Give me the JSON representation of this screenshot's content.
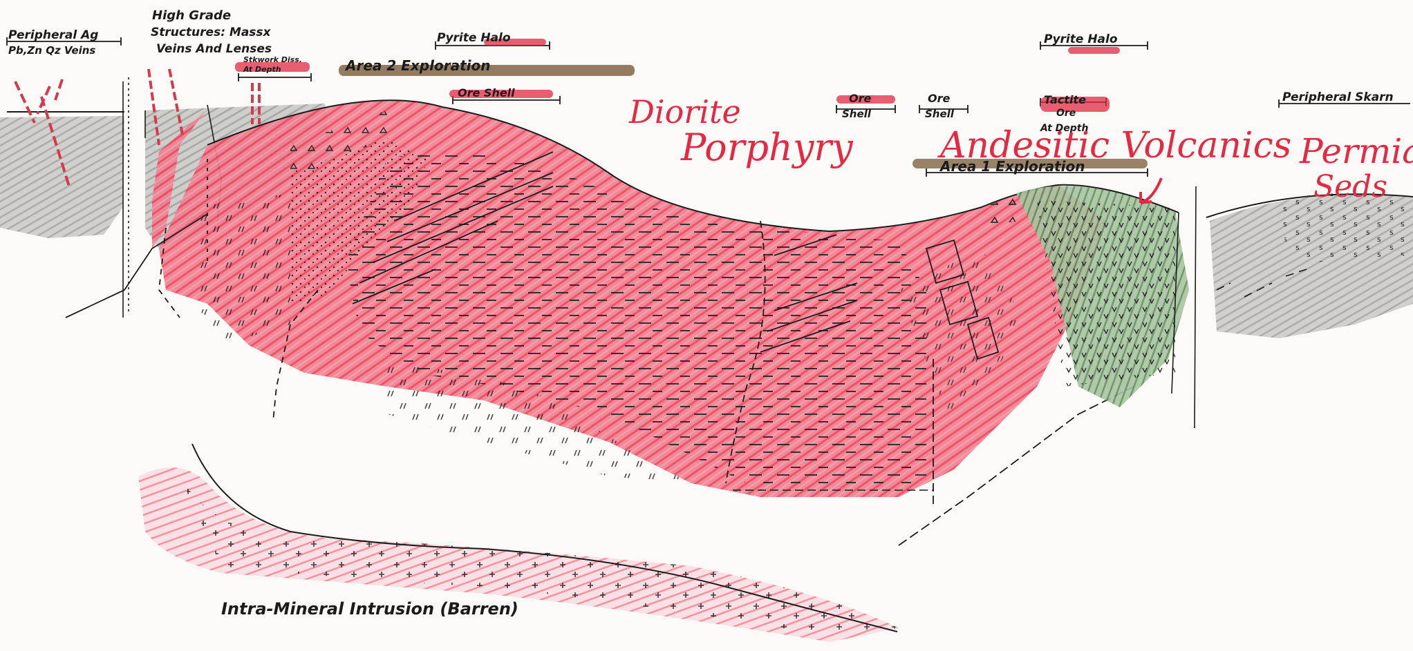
{
  "labels": {
    "peripheral_ag_line1": "Peripheral Ag",
    "peripheral_ag_line2": "Pb,Zn Qz Veins",
    "high_grade_line1": "High Grade",
    "high_grade_line2": "Structures: Massx",
    "high_grade_line3": "Veins And Lenses",
    "stockwork_line1": "Stkwork Diss.",
    "stockwork_line2": "At Depth",
    "area2": "Area 2 Exploration",
    "pyrite_halo_left": "Pyrite Halo",
    "ore_shell_main": "Ore Shell",
    "ore_shell_a_line1": "Ore",
    "ore_shell_a_line2": "Shell",
    "ore_shell_b_line1": "Ore",
    "ore_shell_b_line2": "Shell",
    "pyrite_halo_right": "Pyrite Halo",
    "tactite": "Tactite",
    "ore_at_depth_line1": "Ore",
    "ore_at_depth_line2": "At Depth",
    "area1": "Area 1 Exploration",
    "peripheral_skarn": "Peripheral Skarn",
    "diorite_line1": "Diorite",
    "diorite_line2": "Porphyry",
    "andesitic_volcanics": "Andesitic Volcanics",
    "permian_line1": "Permian",
    "permian_line2": "Seds",
    "intra_mineral": "Intra-Mineral Intrusion (Barren)"
  },
  "colors": {
    "paper": "#fbfaf7",
    "ink": "#1b1b1b",
    "red_pencil": "#ef5b6f",
    "red_text": "#e22a44",
    "grey_pencil": "#a9a9a6",
    "green_pencil": "#6f9a69",
    "brown_band": "#7a5a3a"
  }
}
